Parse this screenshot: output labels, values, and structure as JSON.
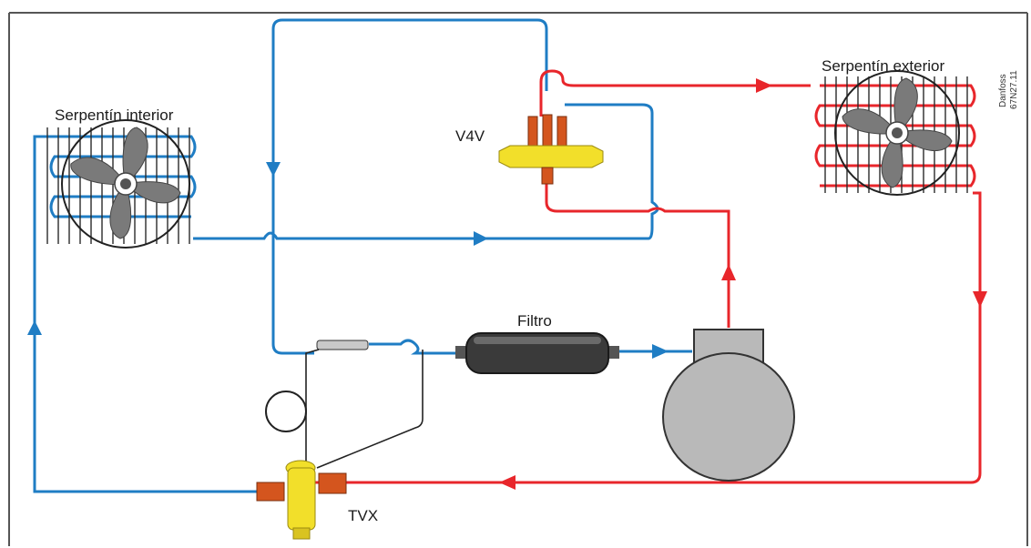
{
  "diagram": {
    "labels": {
      "indoor_coil": "Serpentín interior",
      "outdoor_coil": "Serpentín exterior",
      "reversing_valve": "V4V",
      "filter": "Filtro",
      "expansion_valve": "TVX"
    },
    "brand": {
      "name": "Danfoss",
      "code": "67N27.11"
    },
    "colors": {
      "cold_line": "#1f7dc4",
      "hot_line": "#e8262b",
      "frame": "#555555",
      "fan": "#7a7a7a",
      "valve_body": "#f2df2a",
      "valve_fittings": "#d4551e",
      "component_gray": "#b9b9b9"
    }
  }
}
